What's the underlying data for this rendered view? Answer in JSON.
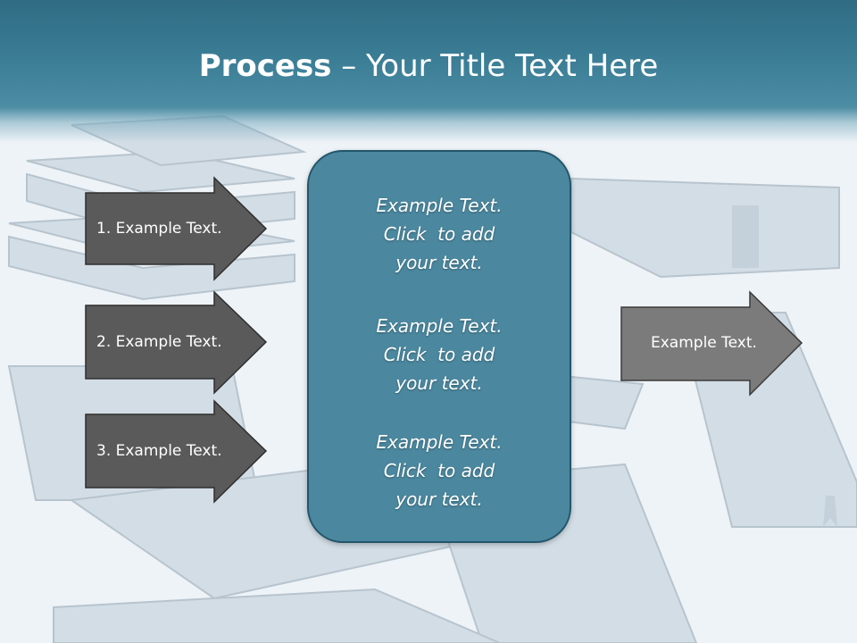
{
  "title": {
    "bold": "Process",
    "rest": " – Your Title Text Here"
  },
  "left_arrows": [
    {
      "label": "1. Example Text."
    },
    {
      "label": "2. Example Text."
    },
    {
      "label": "3. Example Text."
    }
  ],
  "center_blocks": [
    {
      "lines": [
        "Example Text.",
        "Click  to add",
        "your text."
      ]
    },
    {
      "lines": [
        "Example Text.",
        "Click  to add",
        "your text."
      ]
    },
    {
      "lines": [
        "Example Text.",
        "Click  to add",
        "your text."
      ]
    }
  ],
  "right_arrow": {
    "label": "Example Text."
  },
  "colors": {
    "header": "#3c7f97",
    "dark_arrow": "#5a5a5a",
    "light_arrow": "#7b7b7b",
    "center_box": "#4b889f"
  }
}
